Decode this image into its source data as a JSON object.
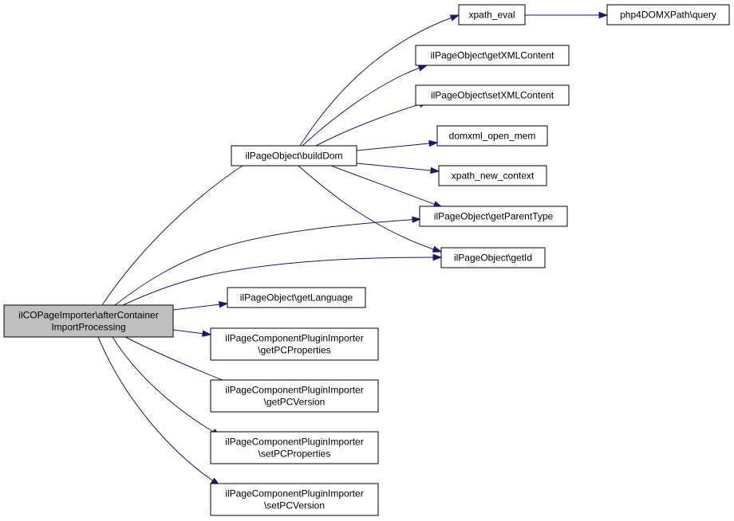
{
  "graph": {
    "colors": {
      "edge": "#191970",
      "root_fill": "#bfbfbf",
      "node_fill": "#ffffff"
    },
    "nodes": [
      {
        "id": "root",
        "lines": [
          "ilCOPageImporter\\afterContainer",
          "ImportProcessing"
        ]
      },
      {
        "id": "buildDom",
        "lines": [
          "ilPageObject\\buildDom"
        ]
      },
      {
        "id": "xpath_eval",
        "lines": [
          "xpath_eval"
        ]
      },
      {
        "id": "php4query",
        "lines": [
          "php4DOMXPath\\query"
        ]
      },
      {
        "id": "getXMLContent",
        "lines": [
          "ilPageObject\\getXMLContent"
        ]
      },
      {
        "id": "setXMLContent",
        "lines": [
          "ilPageObject\\setXMLContent"
        ]
      },
      {
        "id": "domxml_open_mem",
        "lines": [
          "domxml_open_mem"
        ]
      },
      {
        "id": "xpath_new_context",
        "lines": [
          "xpath_new_context"
        ]
      },
      {
        "id": "getParentType",
        "lines": [
          "ilPageObject\\getParentType"
        ]
      },
      {
        "id": "getId",
        "lines": [
          "ilPageObject\\getId"
        ]
      },
      {
        "id": "getLanguage",
        "lines": [
          "ilPageObject\\getLanguage"
        ]
      },
      {
        "id": "getPCProperties",
        "lines": [
          "ilPageComponentPluginImporter",
          "\\getPCProperties"
        ]
      },
      {
        "id": "getPCVersion",
        "lines": [
          "ilPageComponentPluginImporter",
          "\\getPCVersion"
        ]
      },
      {
        "id": "setPCProperties",
        "lines": [
          "ilPageComponentPluginImporter",
          "\\setPCProperties"
        ]
      },
      {
        "id": "setPCVersion",
        "lines": [
          "ilPageComponentPluginImporter",
          "\\setPCVersion"
        ]
      }
    ],
    "edges": [
      {
        "from": "root",
        "to": "buildDom"
      },
      {
        "from": "root",
        "to": "getParentType"
      },
      {
        "from": "root",
        "to": "getId"
      },
      {
        "from": "root",
        "to": "getLanguage"
      },
      {
        "from": "root",
        "to": "getPCProperties"
      },
      {
        "from": "root",
        "to": "getPCVersion"
      },
      {
        "from": "root",
        "to": "setPCProperties"
      },
      {
        "from": "root",
        "to": "setPCVersion"
      },
      {
        "from": "buildDom",
        "to": "xpath_eval"
      },
      {
        "from": "buildDom",
        "to": "getXMLContent"
      },
      {
        "from": "buildDom",
        "to": "setXMLContent"
      },
      {
        "from": "buildDom",
        "to": "domxml_open_mem"
      },
      {
        "from": "buildDom",
        "to": "xpath_new_context"
      },
      {
        "from": "buildDom",
        "to": "getParentType"
      },
      {
        "from": "buildDom",
        "to": "getId"
      },
      {
        "from": "xpath_eval",
        "to": "php4query"
      }
    ]
  }
}
